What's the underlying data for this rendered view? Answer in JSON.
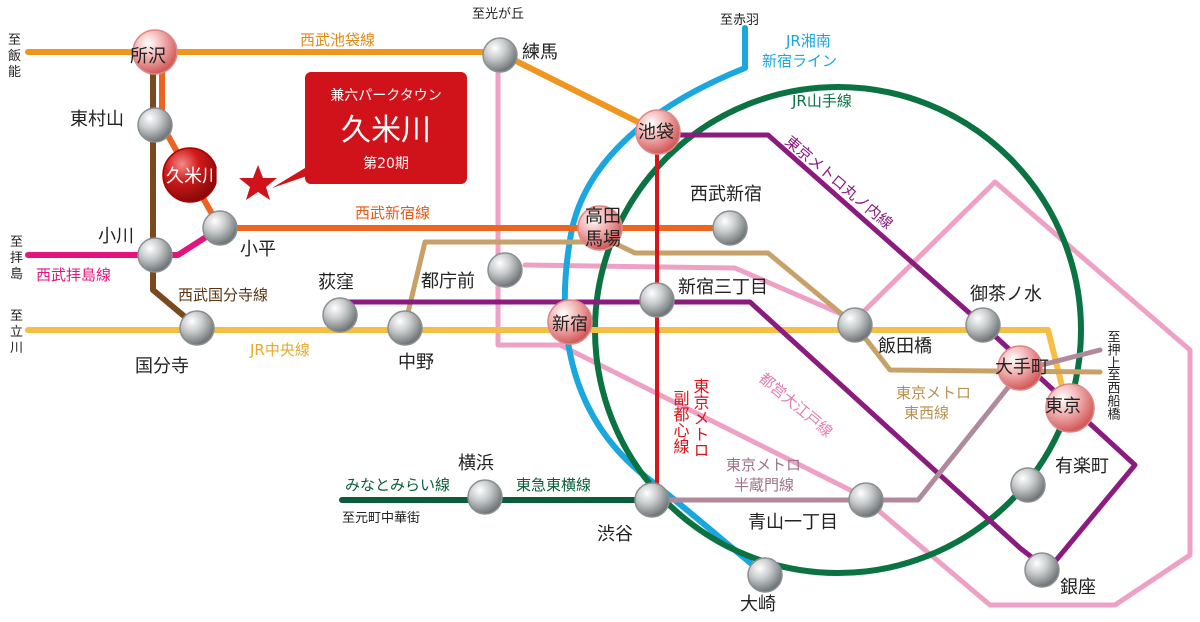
{
  "callout": {
    "line1": "兼六パークタウン",
    "line2": "久米川",
    "line3": "第20期"
  },
  "colors": {
    "ikebukuro": "#F0961E",
    "shinjuku_seibu": "#EB6422",
    "haijima": "#E3147F",
    "kokubunji": "#7A4A1E",
    "chuo": "#F6BE45",
    "shonan": "#1AA7E0",
    "yamanote": "#0A7341",
    "marunouchi": "#8B1B7E",
    "tozai": "#C7A168",
    "hanzomon": "#B08A9C",
    "fukutoshin": "#D7151A",
    "oedo": "#EFA0C5",
    "toyoko": "#0A5C3A",
    "callout_bg": "#D0121B",
    "station_red": "#E06A6A"
  },
  "stations": {
    "tokorozawa": "所沢",
    "higashimurayama": "東村山",
    "kumegawa": "久米川",
    "ogawa": "小川",
    "kodaira": "小平",
    "kokubunji": "国分寺",
    "ogikubo": "荻窪",
    "nakano": "中野",
    "tochomae": "都庁前",
    "nerima": "練馬",
    "ikebukuro": "池袋",
    "takadanobaba": "高田\n馬場",
    "seibushinjuku": "西武新宿",
    "shinjuku": "新宿",
    "shinjukusanchome": "新宿三丁目",
    "iidabashi": "飯田橋",
    "ochanomizu": "御茶ノ水",
    "otemachi": "大手町",
    "tokyo": "東京",
    "yurakucho": "有楽町",
    "ginza": "銀座",
    "shibuya": "渋谷",
    "aoyamaitchome": "青山一丁目",
    "osaki": "大崎",
    "yokohama": "横浜"
  },
  "lines": {
    "ikebukuro": "西武池袋線",
    "shinjuku": "西武新宿線",
    "haijima": "西武拝島線",
    "kokubunji": "西武国分寺線",
    "chuo": "JR中央線",
    "shonan": "JR湘南\n新宿ライン",
    "yamanote": "JR山手線",
    "marunouchi": "東京メトロ丸ノ内線",
    "tozai": "東京メトロ\n東西線",
    "hanzomon": "東京メトロ\n半蔵門線",
    "fukutoshin_a": "副都心線",
    "fukutoshin_b": "東京メトロ",
    "oedo": "都営大江戸線",
    "toyoko": "東急東横線",
    "minatomirai": "みなとみらい線"
  },
  "destinations": {
    "hanno": "至飯能",
    "hikarigaoka": "至光が丘",
    "akabane": "至赤羽",
    "haijima": "至拝島",
    "tachikawa": "至立川",
    "oshiage": "至押上",
    "nishifunabashi": "至西船橋",
    "motomachi": "至元町中華街"
  }
}
